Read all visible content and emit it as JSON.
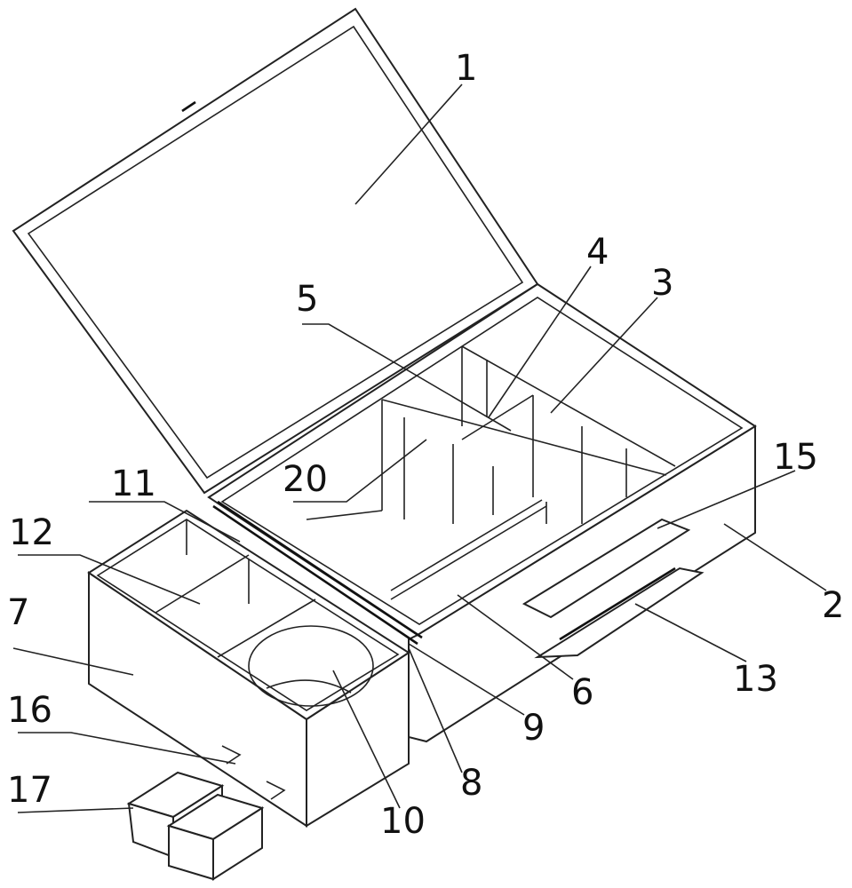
{
  "figure": {
    "colors": {
      "line": "#222222",
      "background": "#ffffff"
    },
    "labels": [
      {
        "id": "1",
        "text": "1"
      },
      {
        "id": "4",
        "text": "4"
      },
      {
        "id": "3",
        "text": "3"
      },
      {
        "id": "5",
        "text": "5"
      },
      {
        "id": "15",
        "text": "15"
      },
      {
        "id": "20",
        "text": "20"
      },
      {
        "id": "11",
        "text": "11"
      },
      {
        "id": "12",
        "text": "12"
      },
      {
        "id": "2",
        "text": "2"
      },
      {
        "id": "7",
        "text": "7"
      },
      {
        "id": "13",
        "text": "13"
      },
      {
        "id": "6",
        "text": "6"
      },
      {
        "id": "9",
        "text": "9"
      },
      {
        "id": "16",
        "text": "16"
      },
      {
        "id": "8",
        "text": "8"
      },
      {
        "id": "17",
        "text": "17"
      },
      {
        "id": "10",
        "text": "10"
      }
    ]
  }
}
